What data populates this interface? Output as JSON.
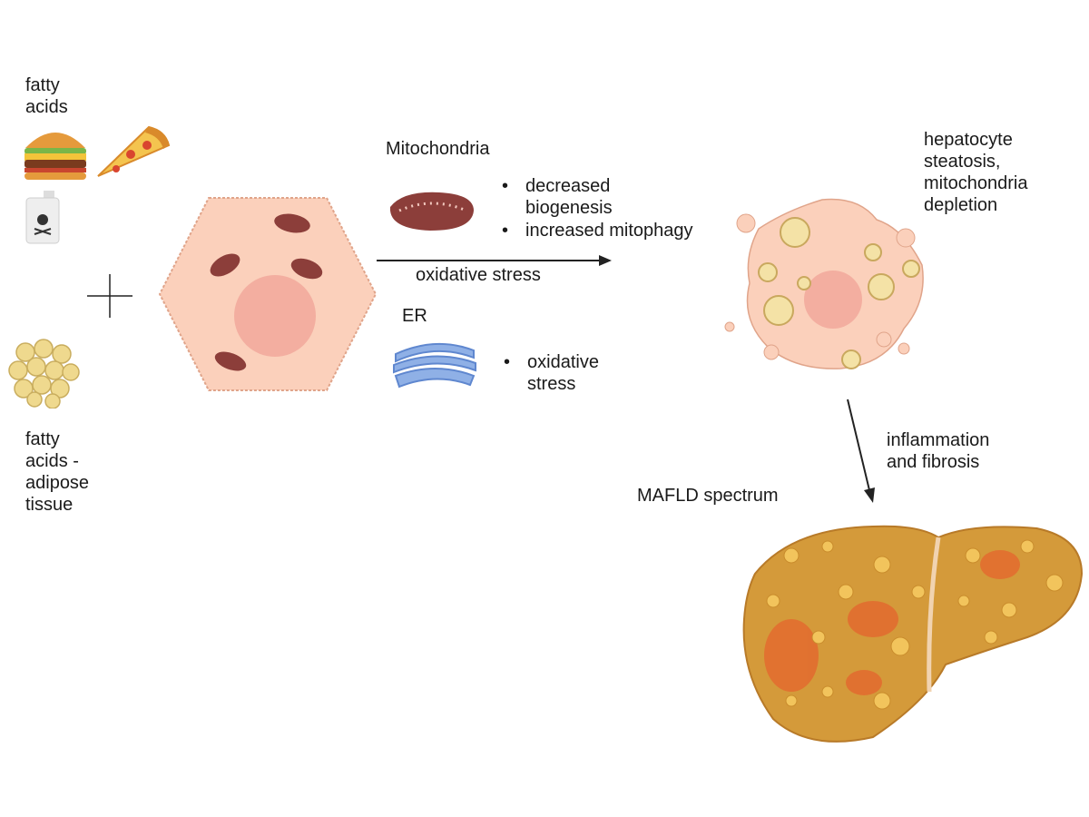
{
  "inputs": {
    "dietary_label": [
      "fatty",
      "acids"
    ],
    "adipose_label": [
      "fatty",
      "acids -",
      "adipose",
      "tissue"
    ]
  },
  "mitochondria": {
    "title": "Mitochondria",
    "bullets": [
      [
        "decreased",
        "biogenesis"
      ],
      [
        "increased mitophagy"
      ]
    ]
  },
  "arrow_label": "oxidative stress",
  "er": {
    "title": "ER",
    "bullets": [
      [
        "oxidative",
        "stress"
      ]
    ]
  },
  "outcome_label": [
    "hepatocyte",
    "steatosis,",
    "mitochondria",
    "depletion"
  ],
  "progression_label": [
    "inflammation",
    "and fibrosis"
  ],
  "liver_label": "MAFLD spectrum",
  "colors": {
    "cell": "#f9cbb5",
    "cell_stroke": "#e0a48a",
    "nucleus": "#f0a99a",
    "mito": "#8c3e3a",
    "er": "#6f97d6",
    "fat": "#f1dc97",
    "liver": "#d49a3a"
  }
}
